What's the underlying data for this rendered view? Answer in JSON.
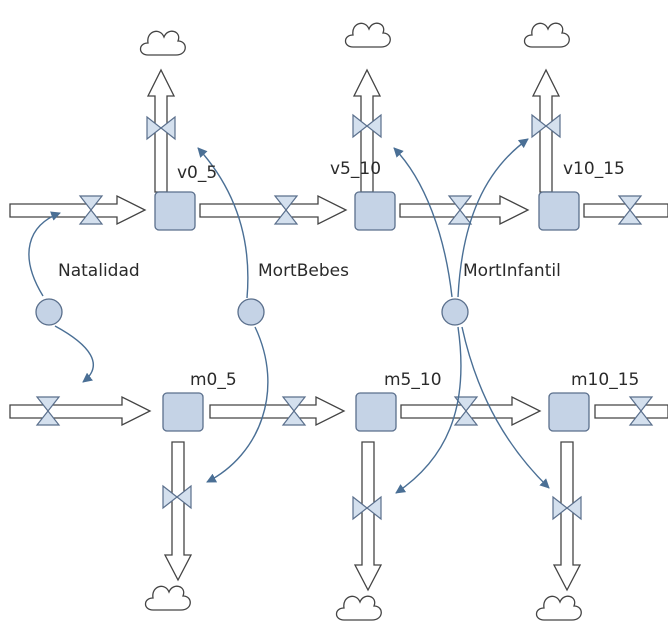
{
  "diagram": {
    "stocks": {
      "v0_5": "v0_5",
      "v5_10": "v5_10",
      "v10_15": "v10_15",
      "m0_5": "m0_5",
      "m5_10": "m5_10",
      "m10_15": "m10_15"
    },
    "auxiliaries": {
      "natalidad": "Natalidad",
      "mort_bebes": "MortBebes",
      "mort_infantil": "MortInfantil"
    }
  },
  "colors": {
    "stock_fill": "#c5d3e6",
    "stock_stroke": "#5a6f8c",
    "aux_fill": "#c5d3e6",
    "link": "#4a6f95",
    "pipe_fill": "#ffffff",
    "valve_fill": "#d4e0ee",
    "outline": "#4a4a4a"
  }
}
